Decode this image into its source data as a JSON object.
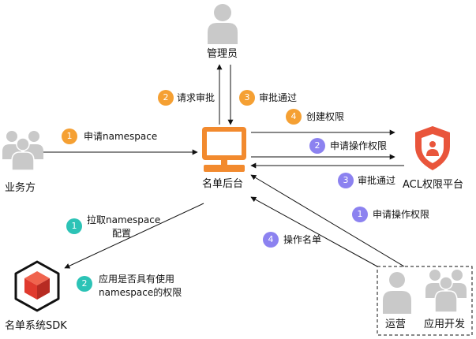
{
  "nodes": {
    "admin": "管理员",
    "business": "业务方",
    "backend": "名单后台",
    "acl": "ACL权限平台",
    "sdk": "名单系统SDK",
    "ops": "运营",
    "appdev": "应用开发"
  },
  "steps": {
    "s_apply_ns": {
      "num": "1",
      "label": "申请namespace"
    },
    "s_request": {
      "num": "2",
      "label": "请求审批"
    },
    "s_approve": {
      "num": "3",
      "label": "审批通过"
    },
    "s_create": {
      "num": "4",
      "label": "创建权限"
    },
    "s_acl_apply": {
      "num": "2",
      "label": "申请操作权限"
    },
    "s_acl_pass": {
      "num": "3",
      "label": "审批通过"
    },
    "s_ops_apply": {
      "num": "1",
      "label": "申请操作权限"
    },
    "s_ops_list": {
      "num": "4",
      "label": "操作名单"
    },
    "s_sdk_fetch": {
      "num": "1",
      "label_line1": "拉取namespace",
      "label_line2": "配置"
    },
    "s_sdk_check": {
      "num": "2",
      "label_line1": "应用是否具有使用",
      "label_line2": "namespace的权限"
    }
  },
  "colors": {
    "orange": "#F5A033",
    "purple": "#8C82F0",
    "teal": "#2CC3B6",
    "person": "#C9C9C9",
    "shield": "#E9553B",
    "cube": "#E03A2E"
  }
}
